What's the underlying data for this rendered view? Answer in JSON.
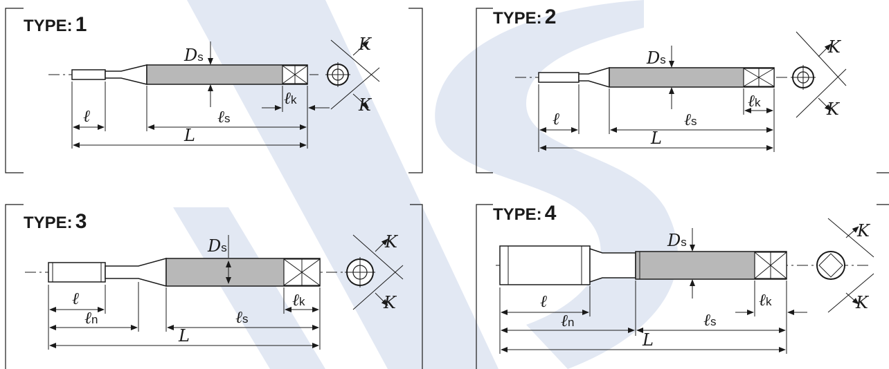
{
  "colors": {
    "ink": "#1a1a1a",
    "shank": "#b8b8b8",
    "watermark": "#e2e8f3"
  },
  "panels": [
    {
      "type_label": "TYPE:",
      "type_number": "1",
      "labels": {
        "ds": "D",
        "ds_sub": "s",
        "ell": "ℓ",
        "ls": "ℓ",
        "ls_sub": "s",
        "lk": "ℓ",
        "lk_sub": "k",
        "L": "L",
        "k_top": "K",
        "k_bottom": "K"
      }
    },
    {
      "type_label": "TYPE:",
      "type_number": "2",
      "labels": {
        "ds": "D",
        "ds_sub": "s",
        "ell": "ℓ",
        "ls": "ℓ",
        "ls_sub": "s",
        "lk": "ℓ",
        "lk_sub": "k",
        "L": "L",
        "k_top": "K",
        "k_bottom": "K"
      }
    },
    {
      "type_label": "TYPE:",
      "type_number": "3",
      "labels": {
        "ds": "D",
        "ds_sub": "s",
        "ell": "ℓ",
        "ln": "ℓ",
        "ln_sub": "n",
        "ls": "ℓ",
        "ls_sub": "s",
        "lk": "ℓ",
        "lk_sub": "k",
        "L": "L",
        "k_top": "K",
        "k_bottom": "K"
      }
    },
    {
      "type_label": "TYPE:",
      "type_number": "4",
      "labels": {
        "ds": "D",
        "ds_sub": "s",
        "ell": "ℓ",
        "ln": "ℓ",
        "ln_sub": "n",
        "ls": "ℓ",
        "ls_sub": "s",
        "lk": "ℓ",
        "lk_sub": "k",
        "L": "L",
        "k_top": "K",
        "k_bottom": "K"
      }
    }
  ]
}
